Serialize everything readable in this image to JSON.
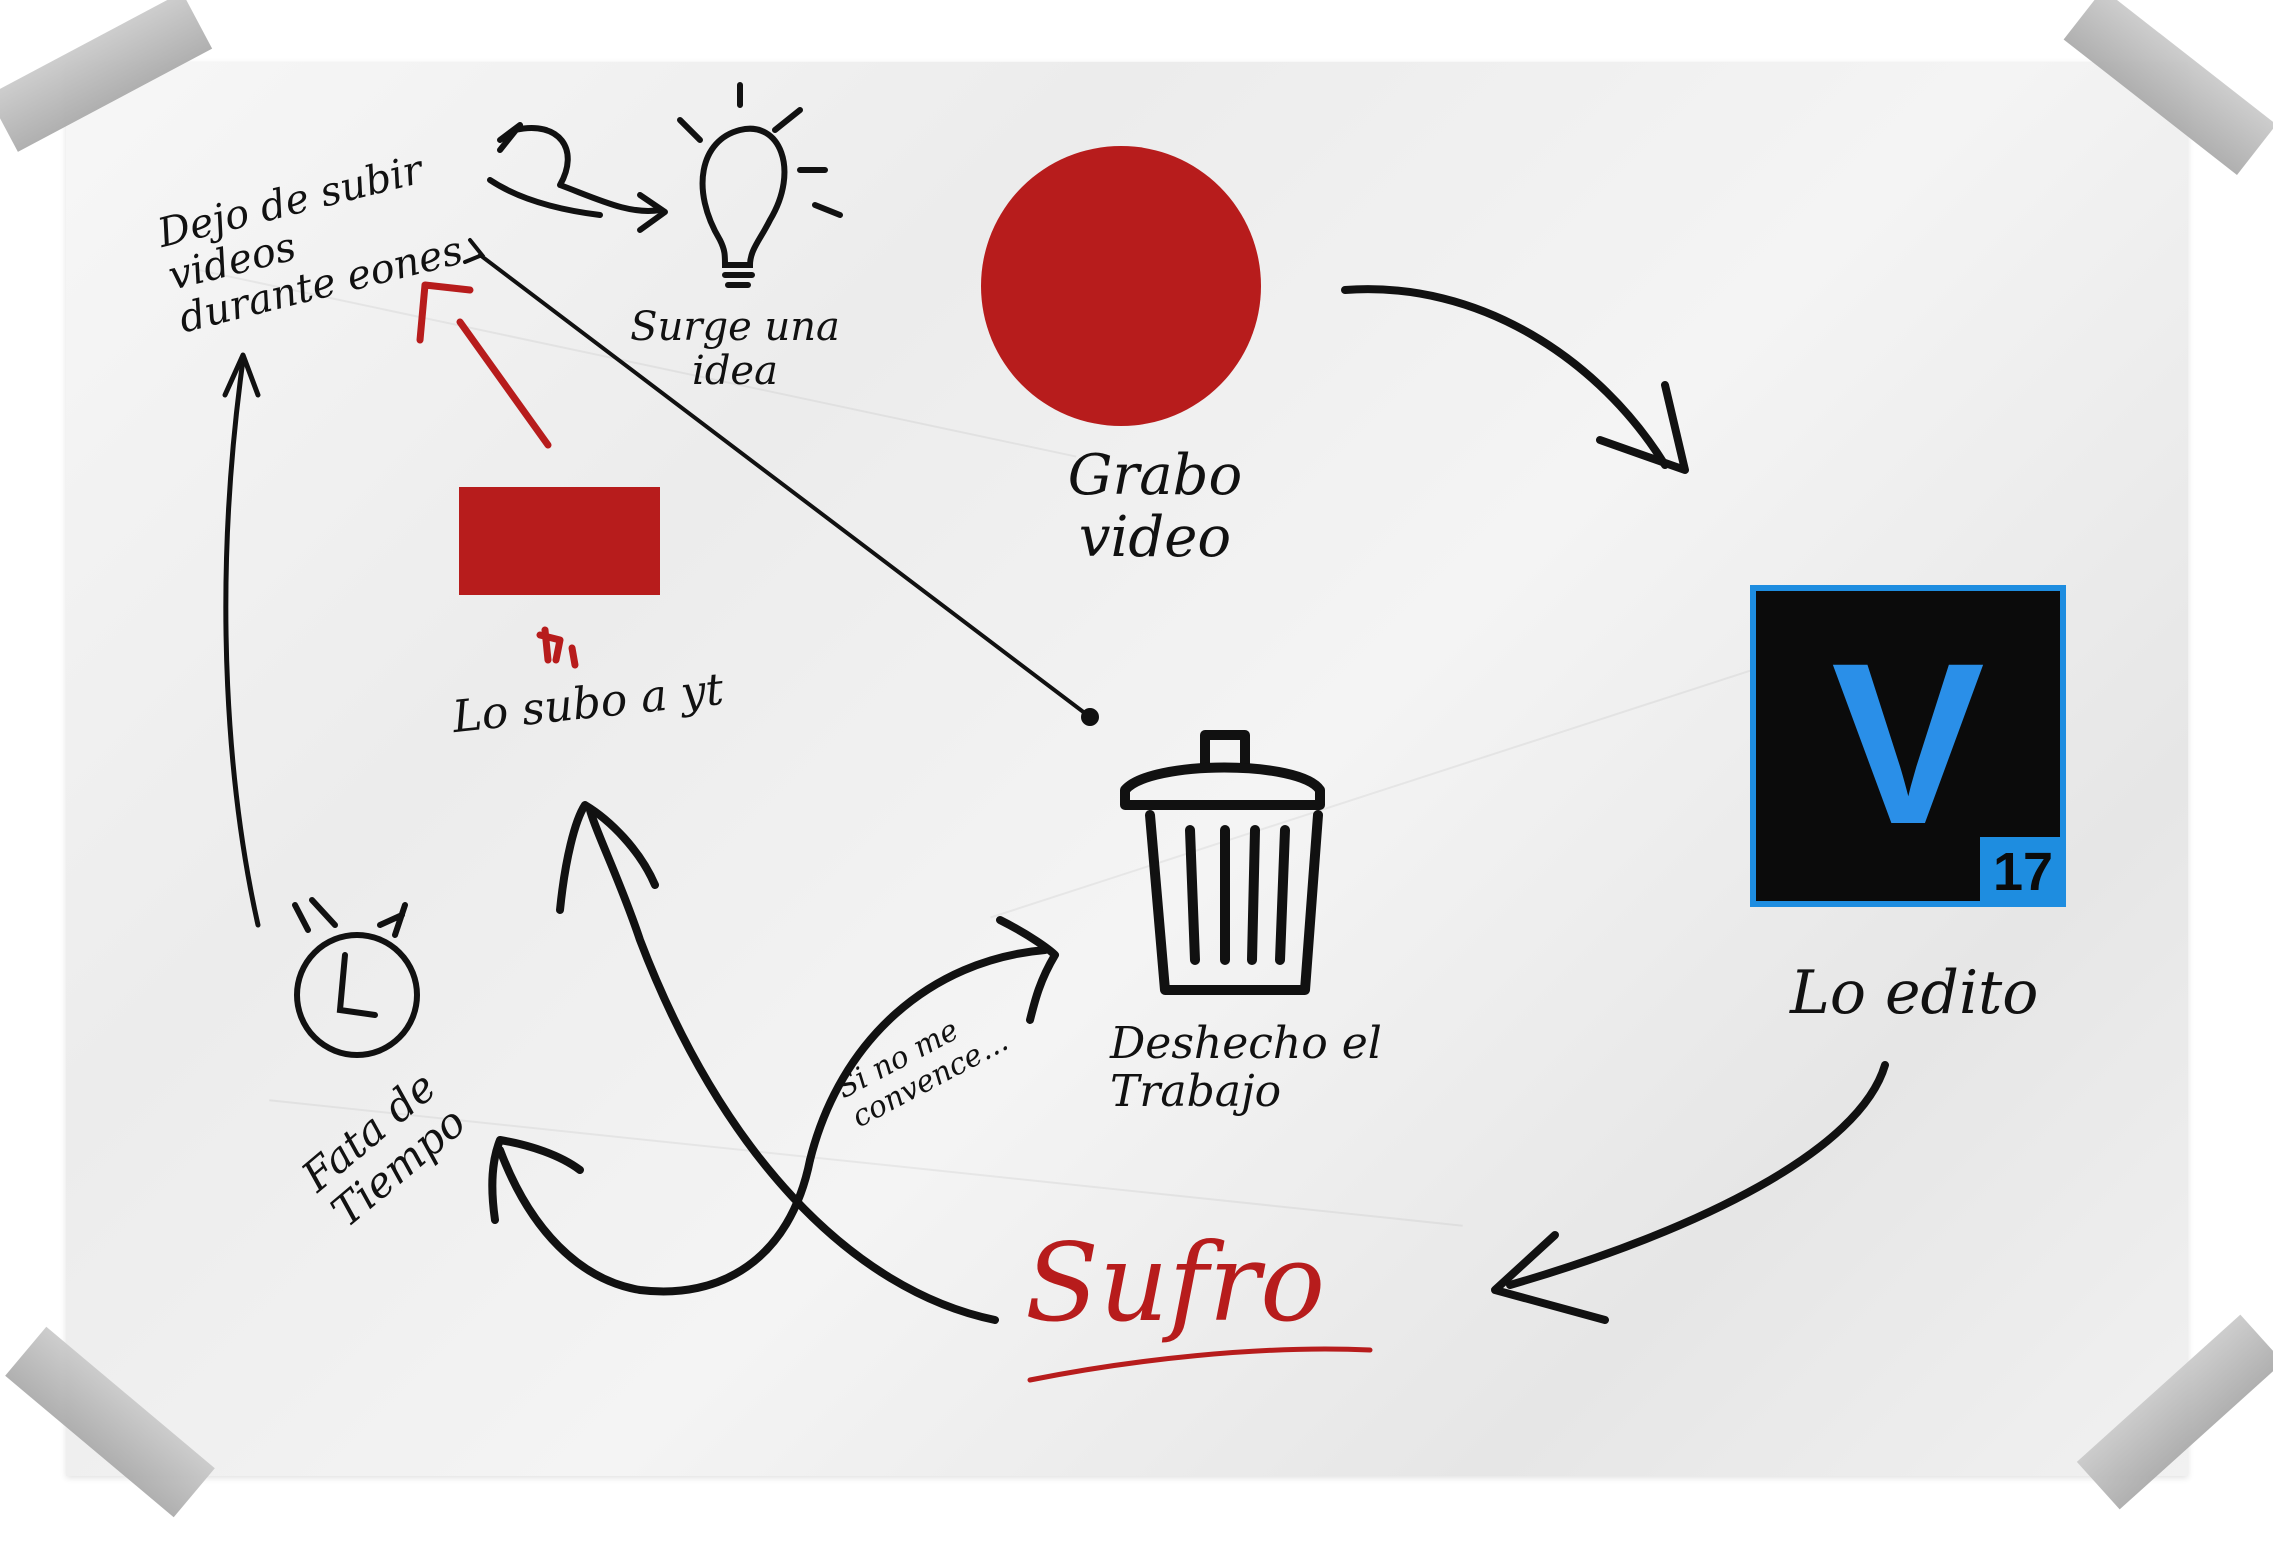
{
  "nodes": {
    "dejo": "Dejo de subir videos durante eones",
    "idea": "Surge una idea",
    "grabo": "Grabo video",
    "edito": "Lo edito",
    "subo": "Lo subo a yt",
    "falta": "Fata de Tiempo",
    "deshecho": "Deshecho el Trabajo",
    "convence": "Si no me convence...",
    "sufro": "Sufro"
  },
  "vegas": {
    "letter": "V",
    "version": "17"
  },
  "colors": {
    "ink": "#111111",
    "red": "#b71c1c",
    "vegas_blue": "#1e8de0"
  }
}
